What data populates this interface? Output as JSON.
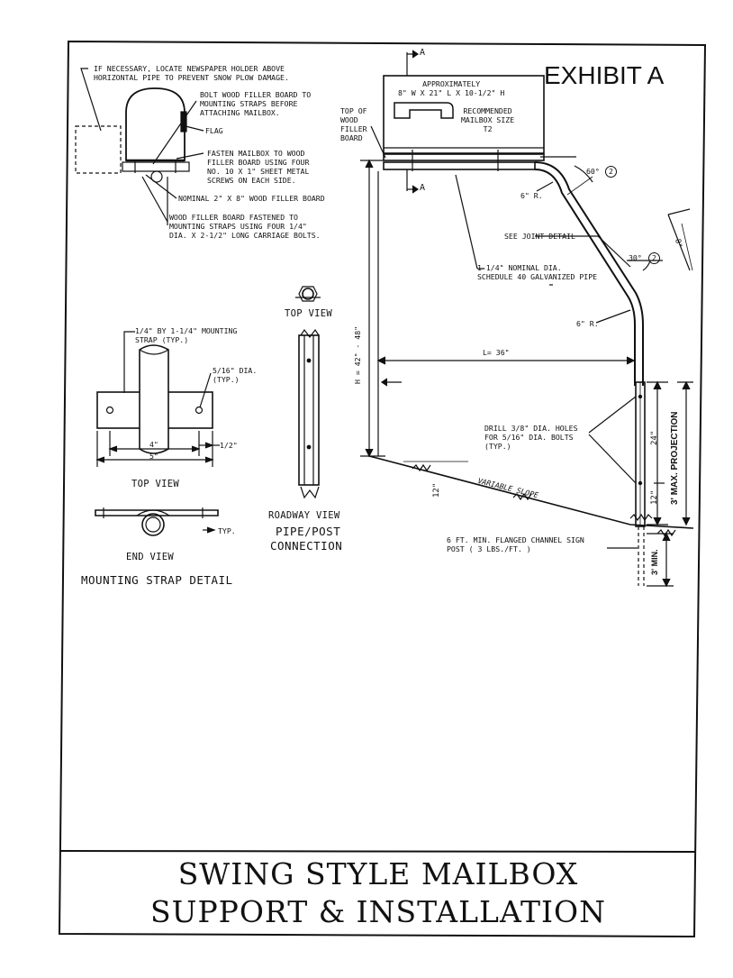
{
  "exhibit": "EXHIBIT A",
  "title": {
    "line1": "SWING STYLE MAILBOX",
    "line2": "SUPPORT & INSTALLATION"
  },
  "mailbox_notes": {
    "newspaper": "IF NECESSARY, LOCATE NEWSPAPER HOLDER ABOVE\nHORIZONTAL PIPE TO PREVENT SNOW PLOW DAMAGE.",
    "bolt_filler": "BOLT WOOD FILLER BOARD TO\nMOUNTING STRAPS BEFORE\nATTACHING MAILBOX.",
    "flag": "FLAG",
    "fasten": "FASTEN MAILBOX TO WOOD\nFILLER BOARD USING FOUR\nNO. 10 X 1\" SHEET METAL\nSCREWS ON EACH SIDE.",
    "nominal_board": "NOMINAL 2\" X 8\" WOOD FILLER BOARD",
    "carriage_bolts": "WOOD FILLER BOARD FASTENED TO\nMOUNTING STRAPS USING FOUR 1/4\"\nDIA. X 2-1/2\" LONG CARRIAGE BOLTS."
  },
  "support_notes": {
    "section_a": "A",
    "approx": "APPROXIMATELY\n8\" W X 21\" L X 10-1/2\" H",
    "recommended": "RECOMMENDED\nMAILBOX SIZE\nT2",
    "top_of_board": "TOP OF\nWOOD\nFILLER\nBOARD",
    "angle_60": "60°",
    "angle_30": "30°",
    "circled_2": "2",
    "radius": "6\" R.",
    "joint_detail": "SEE JOINT DETAIL",
    "dim_8": "8\"",
    "pipe_spec": "1-1/4\" NOMINAL DIA.\nSCHEDULE 40 GALVANIZED PIPE",
    "height": "H = 42\" - 48\"",
    "length": "L= 36\"",
    "drill": "DRILL 3/8\" DIA. HOLES\nFOR 5/16\" DIA. BOLTS\n(TYP.)",
    "dim_24": "24\"",
    "dim_12": "12\"",
    "max_projection": "3' MAX. PROJECTION",
    "variable_slope": "VARIABLE SLOPE",
    "post": "6 FT. MIN. FLANGED CHANNEL SIGN\nPOST ( 3 LBS./FT. )",
    "min_3": "3' MIN."
  },
  "strap_detail": {
    "strap_label": "1/4\" BY 1-1/4\" MOUNTING\nSTRAP (TYP.)",
    "dia": "5/16\" DIA.\n(TYP.)",
    "dim_4": "4\"",
    "dim_5": "5\"",
    "dim_half": "1/2\"",
    "top_view": "TOP VIEW",
    "end_view": "END VIEW",
    "typ": "TYP.",
    "caption": "MOUNTING STRAP DETAIL"
  },
  "connection": {
    "top_view": "TOP VIEW",
    "roadway_view": "ROADWAY VIEW",
    "caption_line1": "PIPE/POST",
    "caption_line2": "CONNECTION"
  }
}
